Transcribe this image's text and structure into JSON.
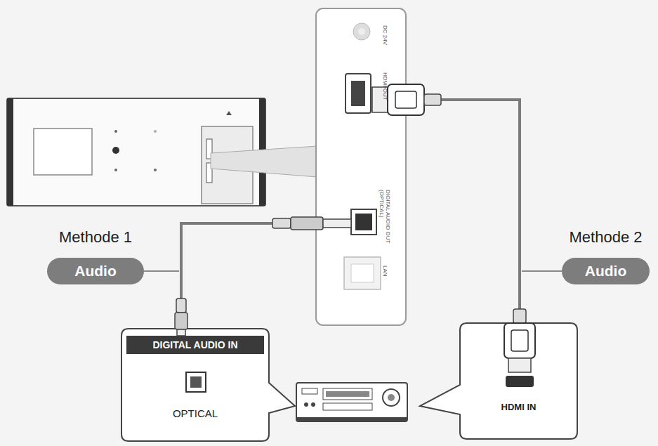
{
  "diagram": {
    "nodes": [
      {
        "text": [
          "DC 24V",
          "HDMI OUT",
          "DIGITAL AUDIO OUT (OPTICAL)",
          "LAN"
        ]
      },
      {
        "text": [
          "Methode 1",
          "Audio"
        ]
      },
      {
        "text": [
          "Methode 2",
          "Audio"
        ]
      },
      {
        "text": [
          "DIGITAL AUDIO IN",
          "OPTICAL"
        ]
      },
      {
        "text": [
          "HDMI IN"
        ]
      }
    ],
    "edges": [
      {
        "from": 0,
        "to": 3,
        "arrow": "none"
      },
      {
        "from": 0,
        "to": 4,
        "arrow": "none"
      }
    ]
  }
}
